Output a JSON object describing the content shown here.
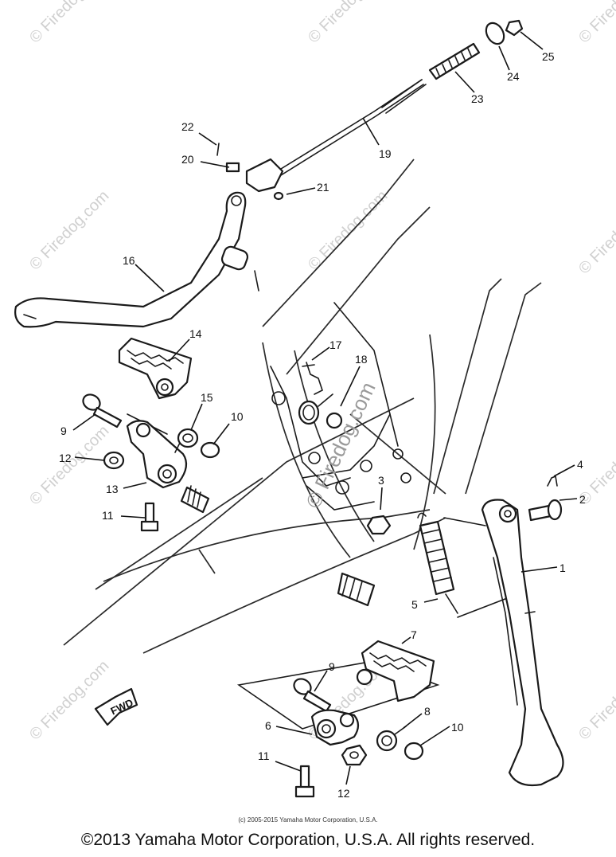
{
  "watermark": "© Firedog.com",
  "fwd_label": "FWD",
  "callouts": [
    "1",
    "2",
    "3",
    "4",
    "5",
    "6",
    "7",
    "8",
    "9",
    "9",
    "10",
    "10",
    "11",
    "11",
    "12",
    "12",
    "13",
    "14",
    "15",
    "16",
    "17",
    "18",
    "19",
    "20",
    "21",
    "22",
    "23",
    "24",
    "25"
  ],
  "diagram_copyright": "(c) 2005-2015 Yamaha Motor Corporation, U.S.A.",
  "footer_text": "©2013 Yamaha Motor Corporation, U.S.A. All rights reserved."
}
